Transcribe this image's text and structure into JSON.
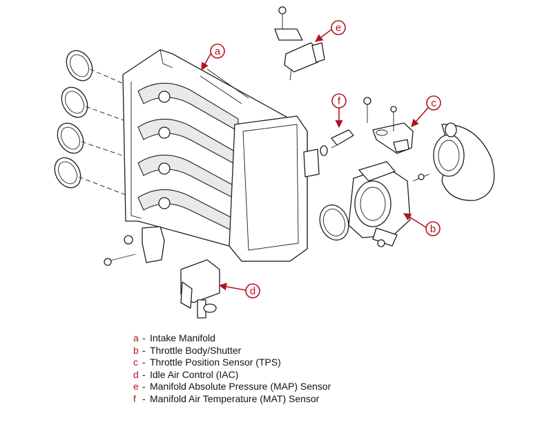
{
  "callouts": [
    {
      "letter": "a"
    },
    {
      "letter": "b"
    },
    {
      "letter": "c"
    },
    {
      "letter": "d"
    },
    {
      "letter": "e"
    },
    {
      "letter": "f"
    }
  ],
  "legend": [
    {
      "letter": "a",
      "sep": "-",
      "text": "Intake Manifold"
    },
    {
      "letter": "b",
      "sep": "-",
      "text": "Throttle Body/Shutter"
    },
    {
      "letter": "c",
      "sep": "-",
      "text": "Throttle Position Sensor (TPS)"
    },
    {
      "letter": "d",
      "sep": "-",
      "text": "Idle Air Control (IAC)"
    },
    {
      "letter": "e",
      "sep": "-",
      "text": "Manifold Absolute Pressure (MAP) Sensor"
    },
    {
      "letter": "f",
      "sep": "-",
      "text": "Manifold Air Temperature (MAT) Sensor"
    }
  ],
  "colors": {
    "callout": "#b3121f",
    "line": "#1c1c1c"
  }
}
